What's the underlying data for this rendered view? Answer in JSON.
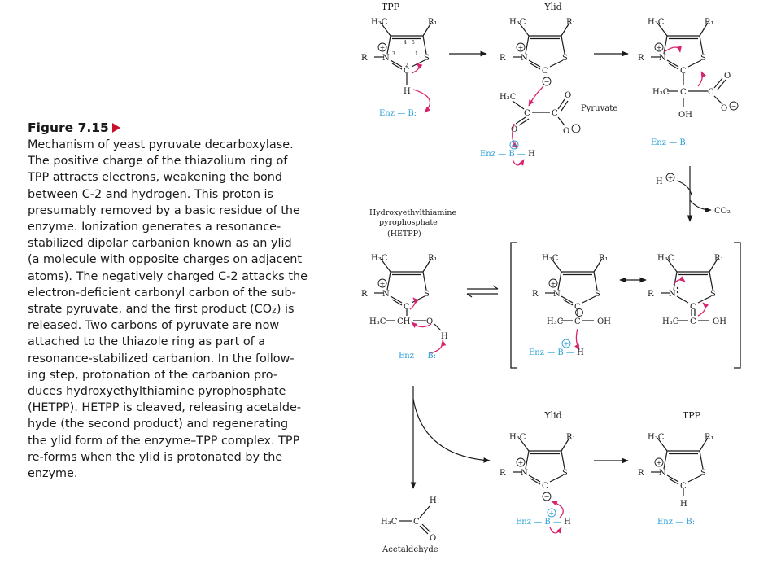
{
  "caption": {
    "title": "Figure 7.15",
    "lines": [
      "Mechanism of yeast pyruvate decarboxylase.",
      "The positive charge of the thiazolium ring of",
      "TPP attracts electrons, weakening the bond",
      "between C-2 and hydrogen. This proton is",
      "presumably removed by a basic residue of the",
      "enzyme. Ionization generates a resonance-",
      "stabilized dipolar carbanion known as an ylid",
      "(a molecule with opposite charges on adjacent",
      "atoms). The negatively charged C-2 attacks the",
      "electron-deficient carbonyl carbon of the sub-",
      "strate pyruvate, and the first product (CO₂) is",
      "released. Two carbons of pyruvate are now",
      "attached to the thiazole ring as part of a",
      "resonance-stabilized carbanion. In the follow-",
      "ing step, protonation of the carbanion pro-",
      "duces hydroxyethylthiamine pyrophosphate",
      "(HETPP). HETPP is cleaved, releasing acetalde-",
      "hyde (the second product) and regenerating",
      "the ylid form of the enzyme–TPP complex. TPP",
      "re-forms when the ylid is protonated by the",
      "enzyme."
    ]
  },
  "labels": {
    "tpp": "TPP",
    "ylid": "Ylid",
    "pyruvate": "Pyruvate",
    "hetpp_line1": "Hydroxyethylthiamine",
    "hetpp_line2": "pyrophosphate",
    "hetpp_line3": "(HETPP)",
    "acetaldehyde": "Acetaldehyde",
    "co2": "CO₂",
    "h_plus": "H",
    "plus_sign": "+",
    "minus_sign": "−"
  },
  "atoms": {
    "h3c": "H₃C",
    "r1": "R₁",
    "r": "R",
    "n": "N",
    "s": "S",
    "c": "C",
    "h": "H",
    "o": "O",
    "oh": "OH",
    "ch": "CH",
    "b": "B",
    "enz": "Enz",
    "ring_numbers": [
      "1",
      "2",
      "3",
      "4",
      "5"
    ]
  },
  "colors": {
    "text": "#1a1a1a",
    "enzyme_cyan": "#2a9fd6",
    "arrow_magenta": "#d6246e",
    "title_arrow_red": "#c8102e"
  }
}
